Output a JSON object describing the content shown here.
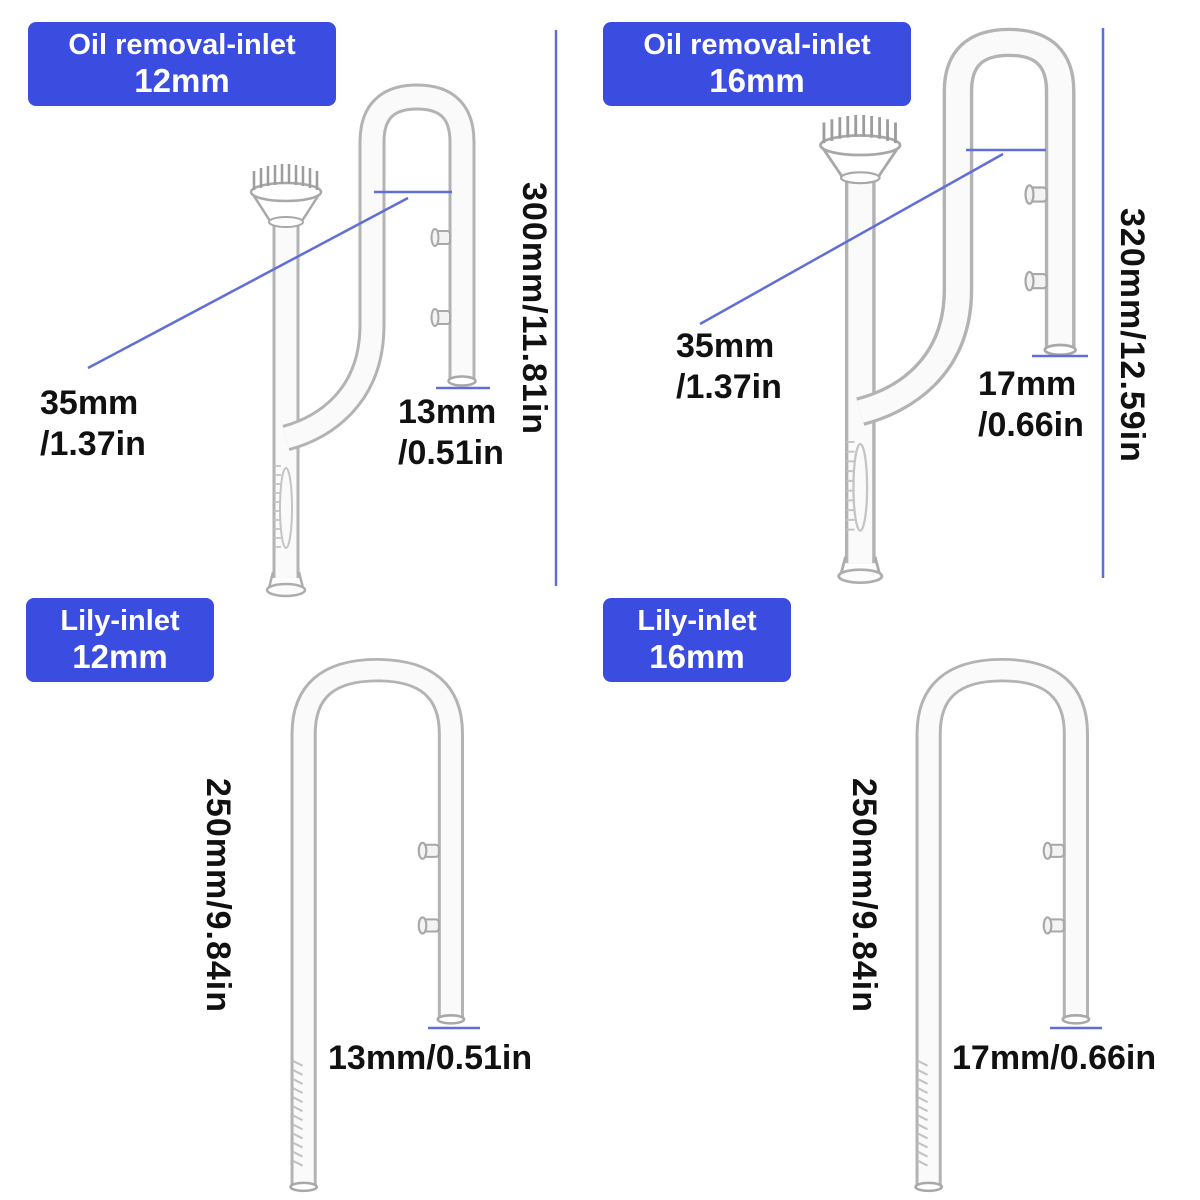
{
  "colors": {
    "label_bg": "#3b4de0",
    "label_text": "#ffffff",
    "dim_line": "#5f6fd6",
    "dim_text": "#111111"
  },
  "quadrants": {
    "top_left": {
      "label_line1": "Oil removal-inlet",
      "label_line2": "12mm",
      "dim_neck_l1": "35mm",
      "dim_neck_l2": "/1.37in",
      "dim_outlet_l1": "13mm",
      "dim_outlet_l2": "/0.51in",
      "dim_height": "300mm/11.81in"
    },
    "top_right": {
      "label_line1": "Oil removal-inlet",
      "label_line2": "16mm",
      "dim_neck_l1": "35mm",
      "dim_neck_l2": "/1.37in",
      "dim_outlet_l1": "17mm",
      "dim_outlet_l2": "/0.66in",
      "dim_height": "320mm/12.59in"
    },
    "bottom_left": {
      "label_line1": "Lily-inlet",
      "label_line2": "12mm",
      "dim_height": "250mm/9.84in",
      "dim_outlet": "13mm/0.51in"
    },
    "bottom_right": {
      "label_line1": "Lily-inlet",
      "label_line2": "16mm",
      "dim_height": "250mm/9.84in",
      "dim_outlet": "17mm/0.66in"
    }
  }
}
